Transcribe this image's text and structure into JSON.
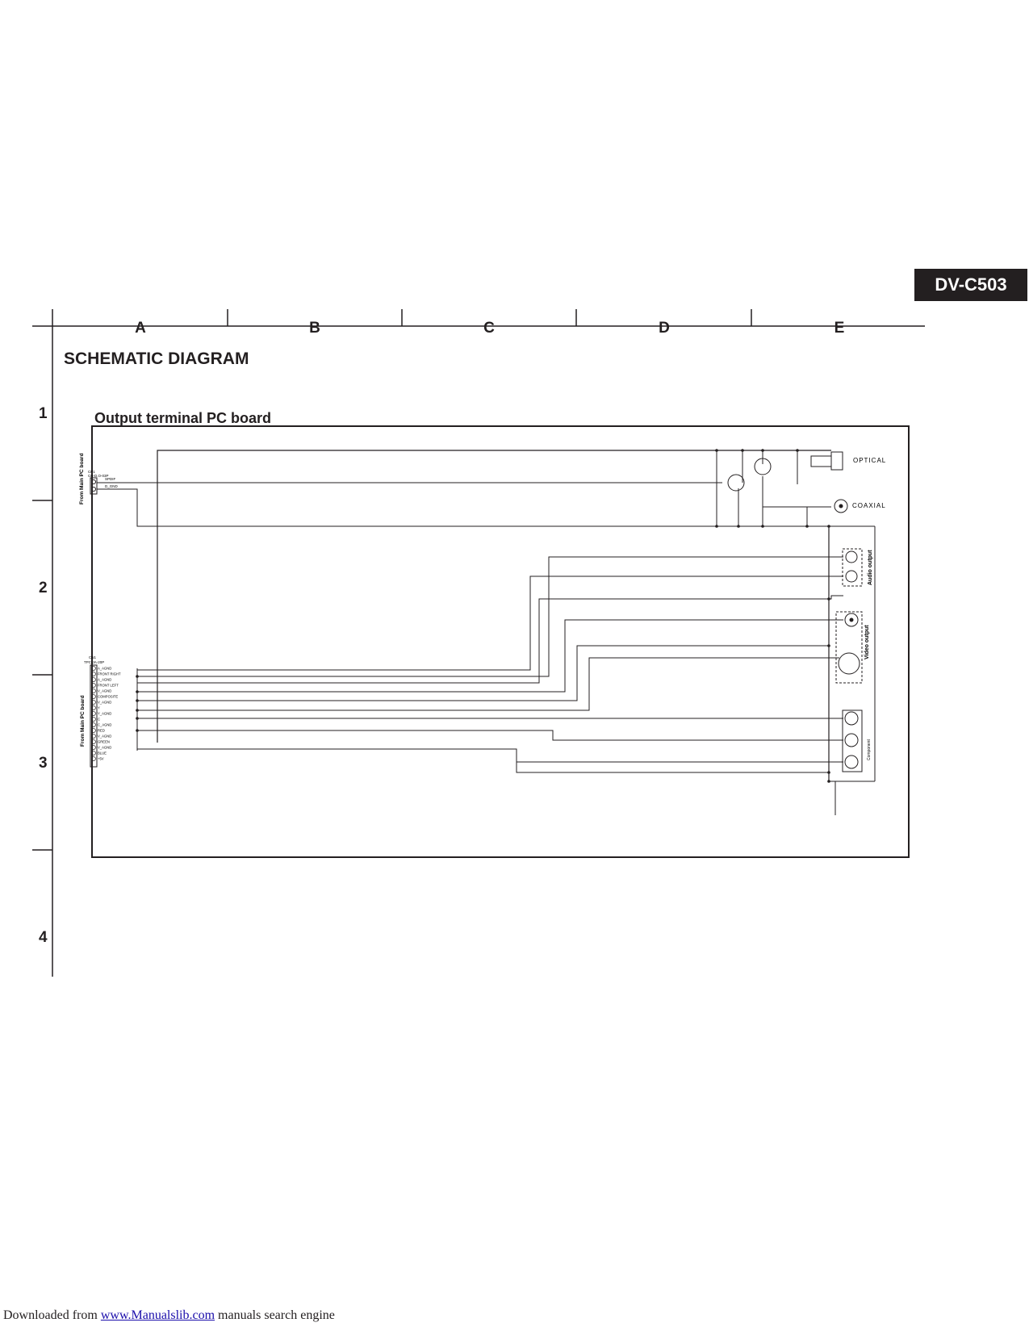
{
  "header": {
    "model": "DV-C503"
  },
  "grid": {
    "columns": [
      "A",
      "B",
      "C",
      "D",
      "E"
    ],
    "rows": [
      "1",
      "2",
      "3",
      "4"
    ]
  },
  "page": {
    "title": "SCHEMATIC DIAGRAM",
    "subtitle": "Output terminal PC board"
  },
  "schematic": {
    "labels": {
      "from_main_top": "From Main PC board",
      "from_main_bottom": "From Main PC board",
      "optical": "OPTICAL",
      "coaxial": "COAXIAL",
      "audio_output": "Audio output",
      "video_output": "Video output",
      "component": "Component",
      "cp1": "CP1",
      "cp1_part": "CN-D.O-03P",
      "cp1_pin1": "SPDIF",
      "cp1_pin2": "D_GND",
      "cn1": "CN1",
      "cn1_part": "TPC-JA-20P"
    },
    "cn1_pins": [
      "A_AGND",
      "FRONT RIGHT",
      "A_AGND",
      "FRONT LEFT",
      "V_AGND",
      "COMPOSITE",
      "V_AGND",
      "Y",
      "Y_AGND",
      "C",
      "C_AGND",
      "RED",
      "V_AGND",
      "GREEN",
      "V_AGND",
      "BLUE",
      "+5V"
    ]
  },
  "footer": {
    "prefix": "Downloaded from",
    "link": "www.Manualslib.com",
    "suffix": "manuals search engine"
  }
}
